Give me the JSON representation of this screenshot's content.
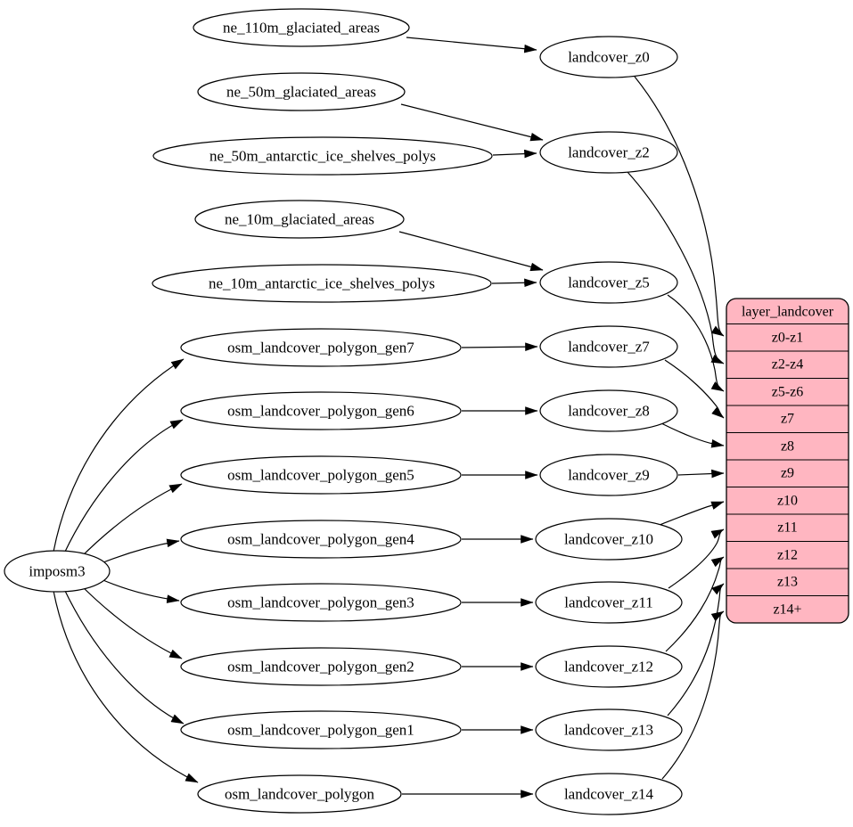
{
  "diagram": {
    "colors": {
      "background": "#ffffff",
      "node_fill": "#ffffff",
      "stroke": "#000000",
      "table_fill": "#ffb6c1"
    },
    "importer": {
      "label": "imposm3"
    },
    "sources": [
      {
        "label": "ne_110m_glaciated_areas"
      },
      {
        "label": "ne_50m_glaciated_areas"
      },
      {
        "label": "ne_50m_antarctic_ice_shelves_polys"
      },
      {
        "label": "ne_10m_glaciated_areas"
      },
      {
        "label": "ne_10m_antarctic_ice_shelves_polys"
      },
      {
        "label": "osm_landcover_polygon_gen7"
      },
      {
        "label": "osm_landcover_polygon_gen6"
      },
      {
        "label": "osm_landcover_polygon_gen5"
      },
      {
        "label": "osm_landcover_polygon_gen4"
      },
      {
        "label": "osm_landcover_polygon_gen3"
      },
      {
        "label": "osm_landcover_polygon_gen2"
      },
      {
        "label": "osm_landcover_polygon_gen1"
      },
      {
        "label": "osm_landcover_polygon"
      }
    ],
    "views": [
      {
        "label": "landcover_z0"
      },
      {
        "label": "landcover_z2"
      },
      {
        "label": "landcover_z5"
      },
      {
        "label": "landcover_z7"
      },
      {
        "label": "landcover_z8"
      },
      {
        "label": "landcover_z9"
      },
      {
        "label": "landcover_z10"
      },
      {
        "label": "landcover_z11"
      },
      {
        "label": "landcover_z12"
      },
      {
        "label": "landcover_z13"
      },
      {
        "label": "landcover_z14"
      }
    ],
    "table": {
      "title": "layer_landcover",
      "rows": [
        "z0-z1",
        "z2-z4",
        "z5-z6",
        "z7",
        "z8",
        "z9",
        "z10",
        "z11",
        "z12",
        "z13",
        "z14+"
      ]
    },
    "edges": [
      {
        "from": "ne_110m_glaciated_areas",
        "to": "landcover_z0"
      },
      {
        "from": "ne_50m_glaciated_areas",
        "to": "landcover_z2"
      },
      {
        "from": "ne_50m_antarctic_ice_shelves_polys",
        "to": "landcover_z2"
      },
      {
        "from": "ne_10m_glaciated_areas",
        "to": "landcover_z5"
      },
      {
        "from": "ne_10m_antarctic_ice_shelves_polys",
        "to": "landcover_z5"
      },
      {
        "from": "imposm3",
        "to": "osm_landcover_polygon_gen7"
      },
      {
        "from": "imposm3",
        "to": "osm_landcover_polygon_gen6"
      },
      {
        "from": "imposm3",
        "to": "osm_landcover_polygon_gen5"
      },
      {
        "from": "imposm3",
        "to": "osm_landcover_polygon_gen4"
      },
      {
        "from": "imposm3",
        "to": "osm_landcover_polygon_gen3"
      },
      {
        "from": "imposm3",
        "to": "osm_landcover_polygon_gen2"
      },
      {
        "from": "imposm3",
        "to": "osm_landcover_polygon_gen1"
      },
      {
        "from": "imposm3",
        "to": "osm_landcover_polygon"
      },
      {
        "from": "osm_landcover_polygon_gen7",
        "to": "landcover_z7"
      },
      {
        "from": "osm_landcover_polygon_gen6",
        "to": "landcover_z8"
      },
      {
        "from": "osm_landcover_polygon_gen5",
        "to": "landcover_z9"
      },
      {
        "from": "osm_landcover_polygon_gen4",
        "to": "landcover_z10"
      },
      {
        "from": "osm_landcover_polygon_gen3",
        "to": "landcover_z11"
      },
      {
        "from": "osm_landcover_polygon_gen2",
        "to": "landcover_z12"
      },
      {
        "from": "osm_landcover_polygon_gen1",
        "to": "landcover_z13"
      },
      {
        "from": "osm_landcover_polygon",
        "to": "landcover_z14"
      },
      {
        "from": "landcover_z0",
        "to": "layer_landcover.z0-z1"
      },
      {
        "from": "landcover_z2",
        "to": "layer_landcover.z2-z4"
      },
      {
        "from": "landcover_z5",
        "to": "layer_landcover.z5-z6"
      },
      {
        "from": "landcover_z7",
        "to": "layer_landcover.z7"
      },
      {
        "from": "landcover_z8",
        "to": "layer_landcover.z8"
      },
      {
        "from": "landcover_z9",
        "to": "layer_landcover.z9"
      },
      {
        "from": "landcover_z10",
        "to": "layer_landcover.z10"
      },
      {
        "from": "landcover_z11",
        "to": "layer_landcover.z11"
      },
      {
        "from": "landcover_z12",
        "to": "layer_landcover.z12"
      },
      {
        "from": "landcover_z13",
        "to": "layer_landcover.z13"
      },
      {
        "from": "landcover_z14",
        "to": "layer_landcover.z14+"
      }
    ]
  }
}
